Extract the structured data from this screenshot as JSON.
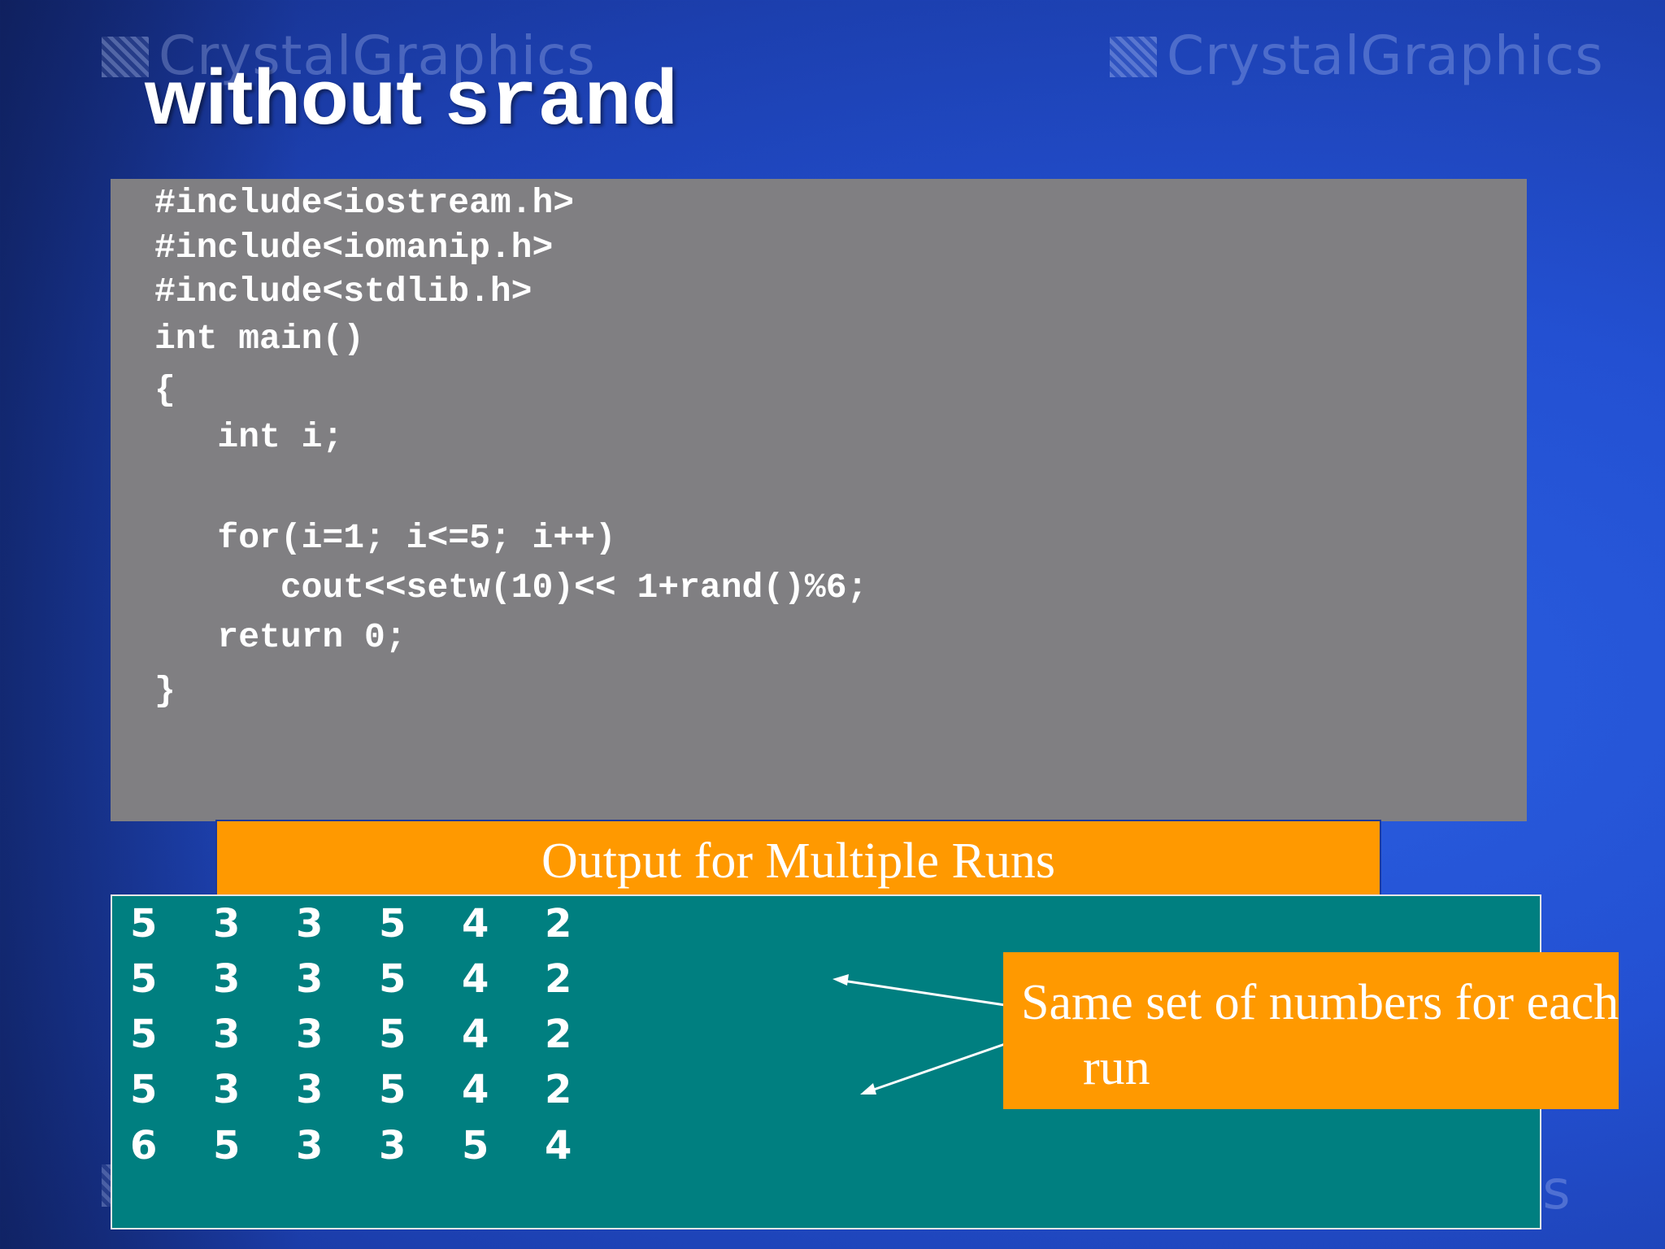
{
  "watermark": {
    "brand": "CrystalGraphics",
    "brand_fragment": "cs"
  },
  "title": {
    "prefix": "without",
    "code": "srand"
  },
  "code_lines": [
    "#include<iostream.h>",
    "#include<iomanip.h>",
    "#include<stdlib.h>",
    "int main()",
    "{",
    "   int i;",
    "",
    "   for(i=1; i<=5; i++)",
    "      cout<<setw(10)<< 1+rand()%6;",
    "   return 0;",
    "}"
  ],
  "output": {
    "header": "Output for Multiple Runs",
    "rows": [
      [
        "5",
        "3",
        "3",
        "5",
        "4",
        "2"
      ],
      [
        "5",
        "3",
        "3",
        "5",
        "4",
        "2"
      ],
      [
        "5",
        "3",
        "3",
        "5",
        "4",
        "2"
      ],
      [
        "5",
        "3",
        "3",
        "5",
        "4",
        "2"
      ],
      [
        "6",
        "5",
        "3",
        "3",
        "5",
        "4"
      ]
    ]
  },
  "callout": {
    "text": "Same set of numbers for each run"
  },
  "colors": {
    "background": "#2350d2",
    "code_panel": "#807f82",
    "output_panel": "#007f80",
    "accent_orange": "#ff9900",
    "text": "#ffffff"
  }
}
